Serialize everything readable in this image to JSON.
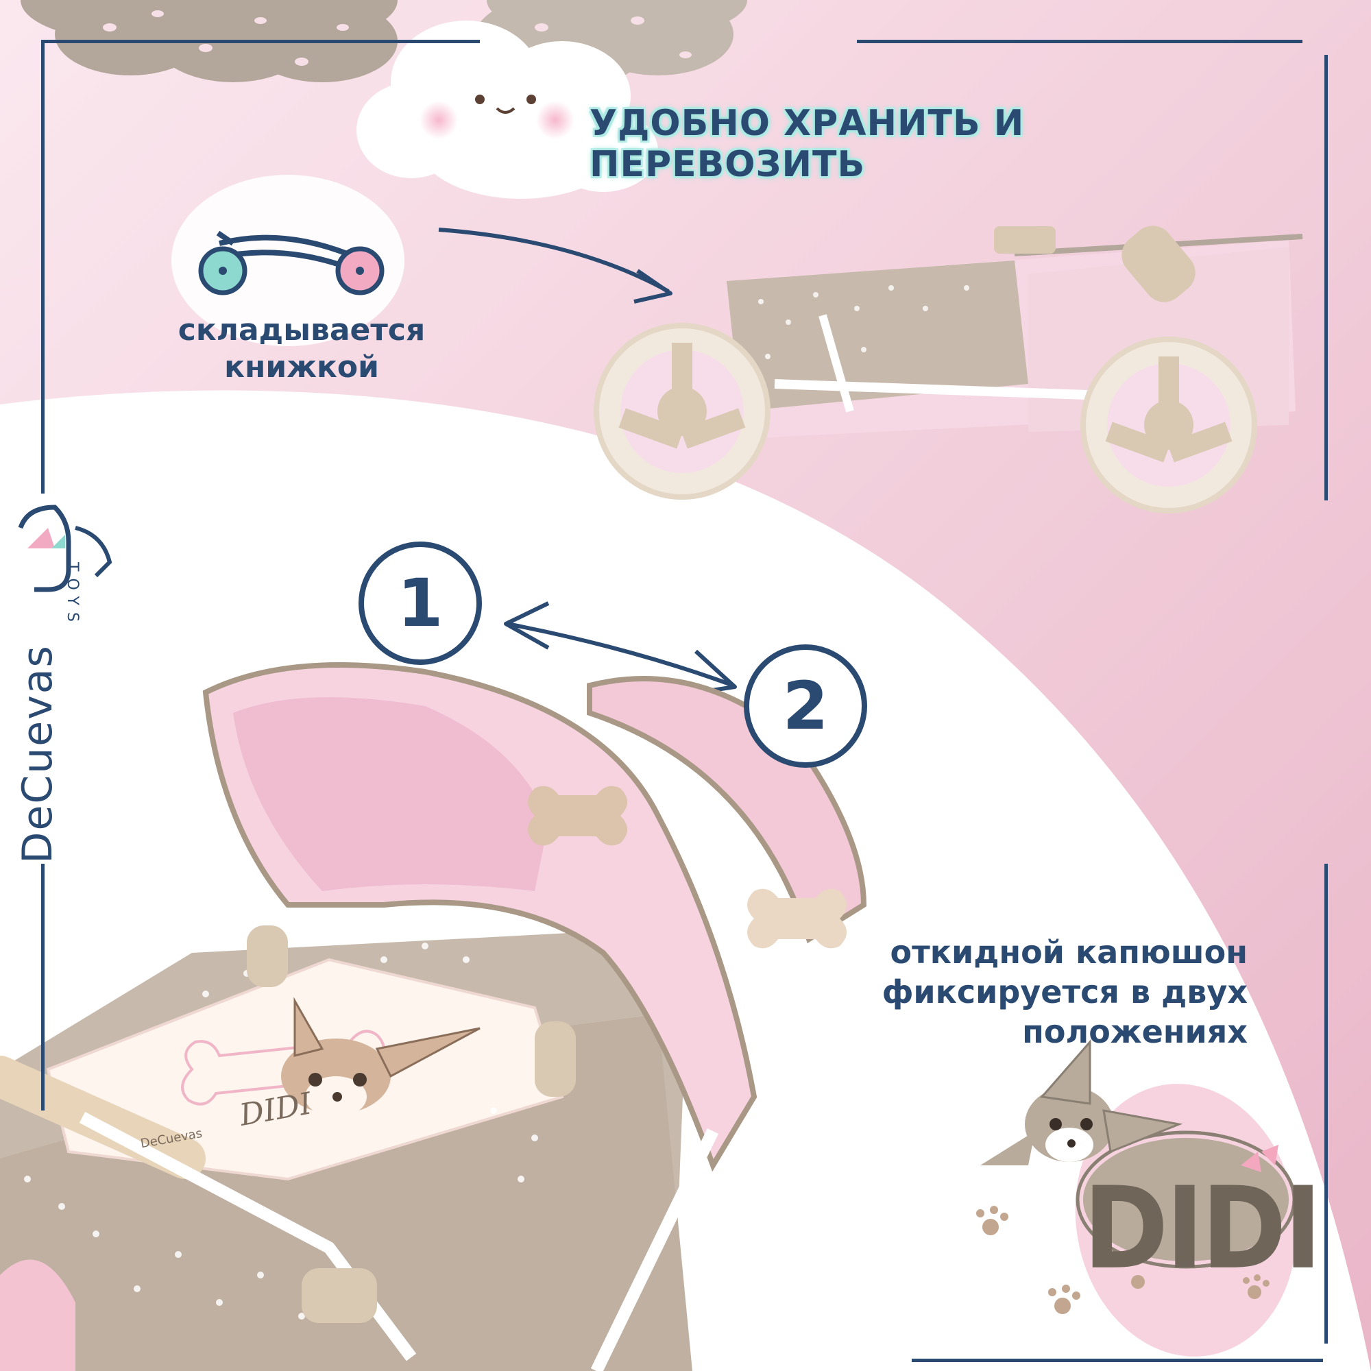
{
  "headline": "УДОБНО ХРАНИТЬ И ПЕРЕВОЗИТЬ",
  "fold_label": "складывается\nкнижкой",
  "hood_label": "откидной капюшон\nфиксируется в двух\nположениях",
  "position_1": "1",
  "position_2": "2",
  "brand_name": "DeCuevas",
  "brand_sub": "TOYS",
  "product_logo": "DIDI",
  "blanket_name": "DIDI",
  "blanket_brand": "DeCuevas",
  "colors": {
    "navy": "#2a4a72",
    "pink": "#f3d3de",
    "beige": "#b7a898",
    "mint": "#9fe3dc"
  }
}
